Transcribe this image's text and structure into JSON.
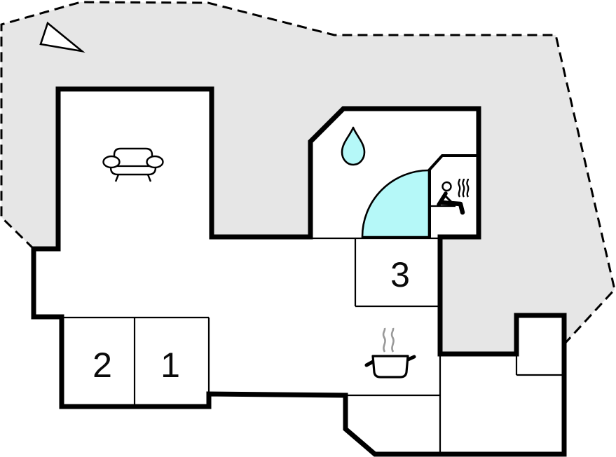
{
  "plan": {
    "title": "holiday-home floor plan",
    "rooms": [
      {
        "id": "room-1",
        "label": "1"
      },
      {
        "id": "room-2",
        "label": "2"
      },
      {
        "id": "room-3",
        "label": "3"
      }
    ],
    "icons": [
      "north-arrow-icon",
      "sofa-icon",
      "water-drop-icon",
      "shower-door-icon",
      "sauna-icon",
      "cooking-pot-icon",
      "steam-icon"
    ],
    "colors": {
      "background": "#ffffff",
      "property_fill": "#e6e6e6",
      "wall": "#000000",
      "water_accent": "#b5f8f8",
      "steam_gray": "#999999"
    }
  }
}
